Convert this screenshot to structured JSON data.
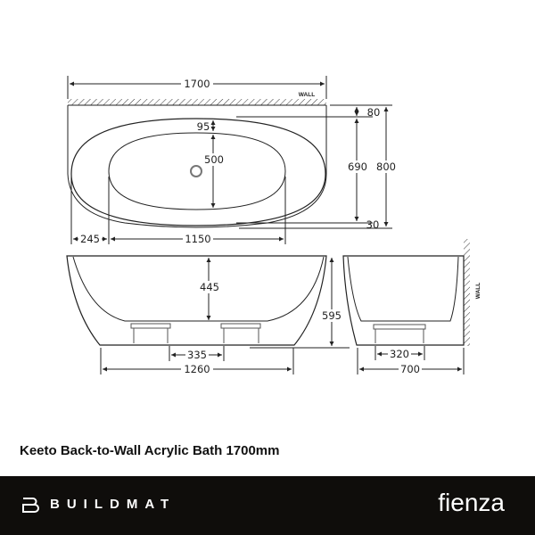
{
  "product_title": "Keeto Back-to-Wall Acrylic Bath 1700mm",
  "wall_label": "WALL",
  "dimensions": {
    "overall_length": "1700",
    "wall_gap": "80",
    "rim_to_basin": "95",
    "basin_width": "500",
    "rim_depth": "690",
    "overall_width": "800",
    "front_offset": "30",
    "basin_offset": "245",
    "basin_length": "1150",
    "inner_depth": "445",
    "overall_height": "595",
    "leg_spacing_front": "335",
    "base_length": "1260",
    "leg_spacing_side": "320",
    "base_width": "700"
  },
  "footer": {
    "brand_left": "BUILDMAT",
    "brand_right": "fienza",
    "background": "#0f0d0b"
  }
}
